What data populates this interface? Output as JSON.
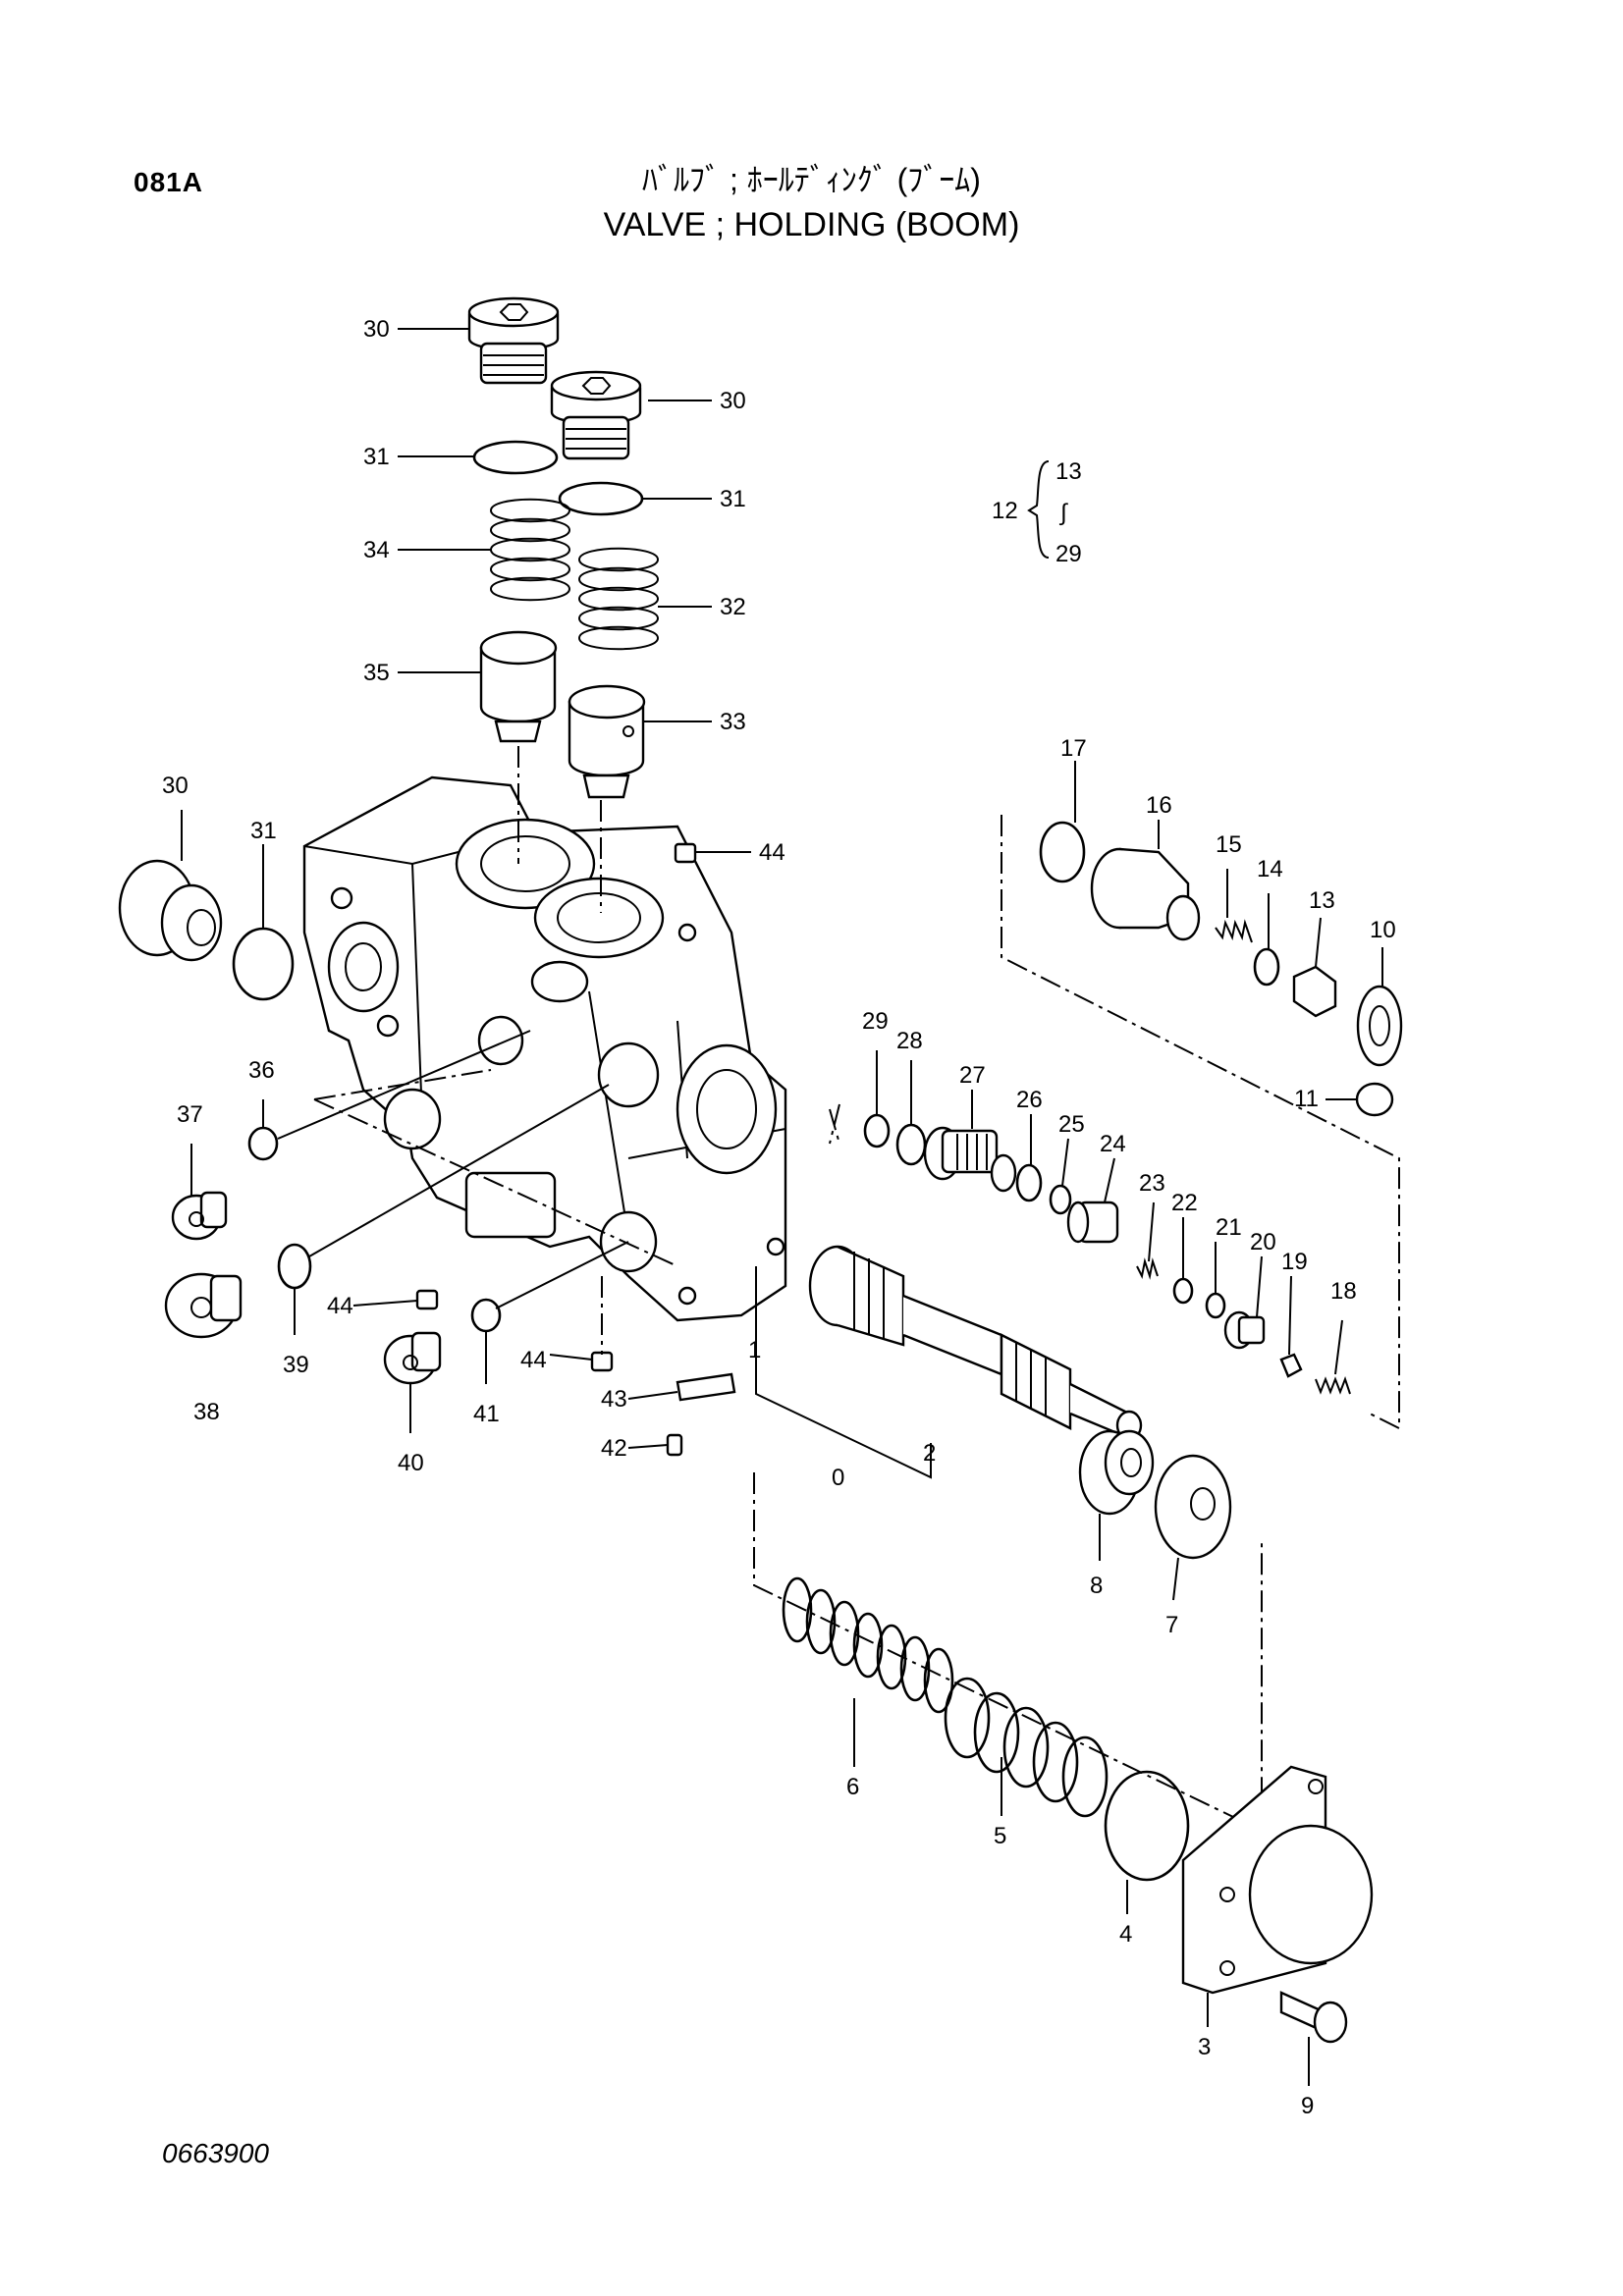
{
  "header": {
    "section_code": "081A",
    "title_jp": "ﾊﾞﾙﾌﾞ ; ﾎｰﾙﾃﾞｨﾝｸﾞ (ﾌﾞｰﾑ)",
    "title_en": "VALVE ; HOLDING (BOOM)"
  },
  "drawing_number": "0663900",
  "set_note": {
    "parent": "12",
    "from": "13",
    "range_symbol": "∫",
    "to": "29"
  },
  "callouts": [
    "30",
    "30",
    "31",
    "31",
    "34",
    "32",
    "35",
    "33",
    "30",
    "31",
    "44",
    "17",
    "16",
    "15",
    "14",
    "13",
    "10",
    "11",
    "29",
    "28",
    "27",
    "26",
    "25",
    "24",
    "23",
    "22",
    "21",
    "20",
    "19",
    "18",
    "36",
    "37",
    "38",
    "39",
    "44",
    "40",
    "41",
    "44",
    "43",
    "42",
    "1",
    "0",
    "2",
    "8",
    "7",
    "6",
    "5",
    "4",
    "3",
    "9"
  ]
}
